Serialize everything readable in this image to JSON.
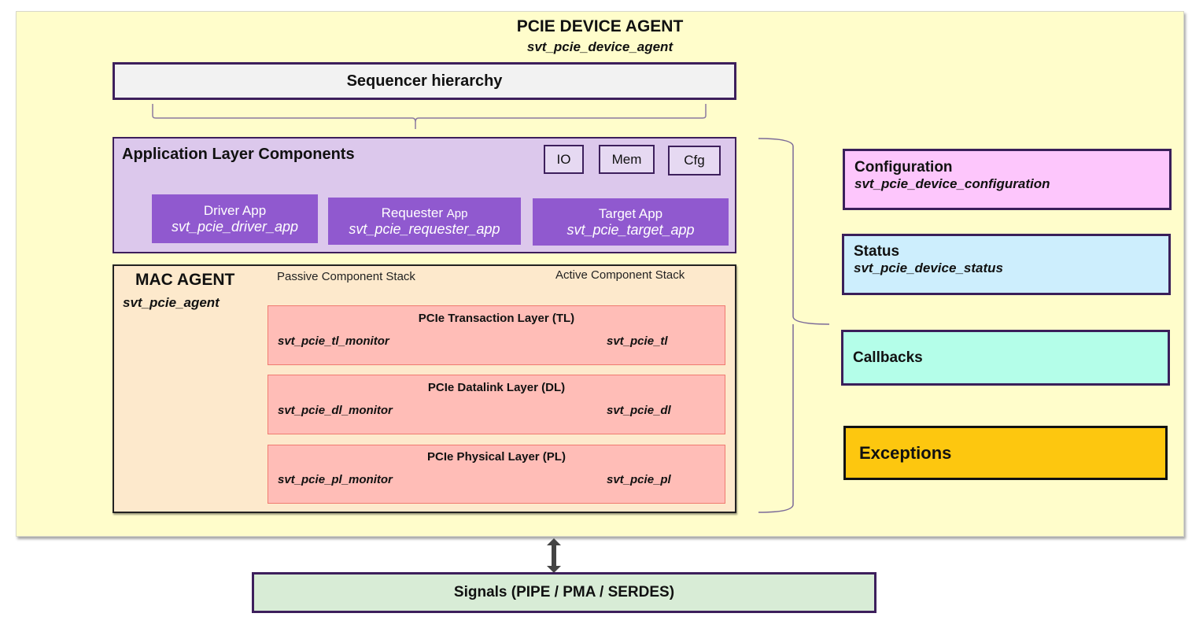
{
  "device_agent": {
    "title": "PCIE DEVICE AGENT",
    "class_name": "svt_pcie_device_agent"
  },
  "sequencer": {
    "label": "Sequencer hierarchy"
  },
  "application_layer": {
    "title": "Application Layer Components",
    "apps": [
      {
        "label_main": "Driver App",
        "label_suffix": "",
        "class_name": "svt_pcie_driver_app"
      },
      {
        "label_main": "Requester ",
        "label_suffix": "App",
        "class_name": "svt_pcie_requester_app"
      },
      {
        "label_main": "Target App",
        "label_suffix": "",
        "class_name": "svt_pcie_target_app"
      }
    ],
    "target_blocks": [
      "IO",
      "Mem",
      "Cfg"
    ]
  },
  "mac_agent": {
    "title": "MAC AGENT",
    "class_name": "svt_pcie_agent",
    "passive_label": "Passive Component Stack",
    "active_label": "Active Component Stack",
    "layers": [
      {
        "title": "PCIe Transaction Layer (TL)",
        "monitor": "svt_pcie_tl_monitor",
        "active": "svt_pcie_tl"
      },
      {
        "title": "PCIe Datalink Layer (DL)",
        "monitor": "svt_pcie_dl_monitor",
        "active": "svt_pcie_dl"
      },
      {
        "title": "PCIe Physical Layer (PL)",
        "monitor": "svt_pcie_pl_monitor",
        "active": "svt_pcie_pl"
      }
    ]
  },
  "side_panels": [
    {
      "title": "Configuration",
      "class_name": "svt_pcie_device_configuration",
      "color": "#fdc6fc"
    },
    {
      "title": "Status",
      "class_name": "svt_pcie_device_status",
      "color": "#cdeefd"
    },
    {
      "title": "Callbacks",
      "class_name": "",
      "color": "#b4fee9"
    },
    {
      "title": "Exceptions",
      "class_name": "",
      "color": "#fdc70f"
    }
  ],
  "signals": {
    "label": "Signals (PIPE / PMA / SERDES)"
  },
  "colors": {
    "background": "#fffdcb",
    "app_layer_bg": "#dcc8ec",
    "app_box": "#9059cf",
    "mac_bg": "#fde9cc",
    "layer_bg": "#ffbdb7",
    "border": "#3d1f5c",
    "arrow": "#444444",
    "stack_arrow": "#f08a8a"
  }
}
